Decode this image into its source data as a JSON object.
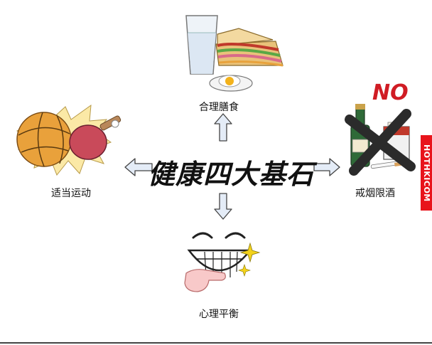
{
  "title": "健康四大基石",
  "nodes": {
    "top": {
      "label": "合理膳食",
      "icon": "food-icon"
    },
    "left": {
      "label": "适当运动",
      "icon": "sports-icon"
    },
    "right": {
      "label": "戒烟限酒",
      "icon": "no-smoking-drinking-icon",
      "sign": "NO"
    },
    "bottom": {
      "label": "心理平衡",
      "icon": "smiley-face-icon"
    }
  },
  "watermark": "HOTHKICOM",
  "colors": {
    "arrow_fill": "#e4ecf7",
    "arrow_stroke": "#444444",
    "watermark_bg": "#e8141b"
  }
}
